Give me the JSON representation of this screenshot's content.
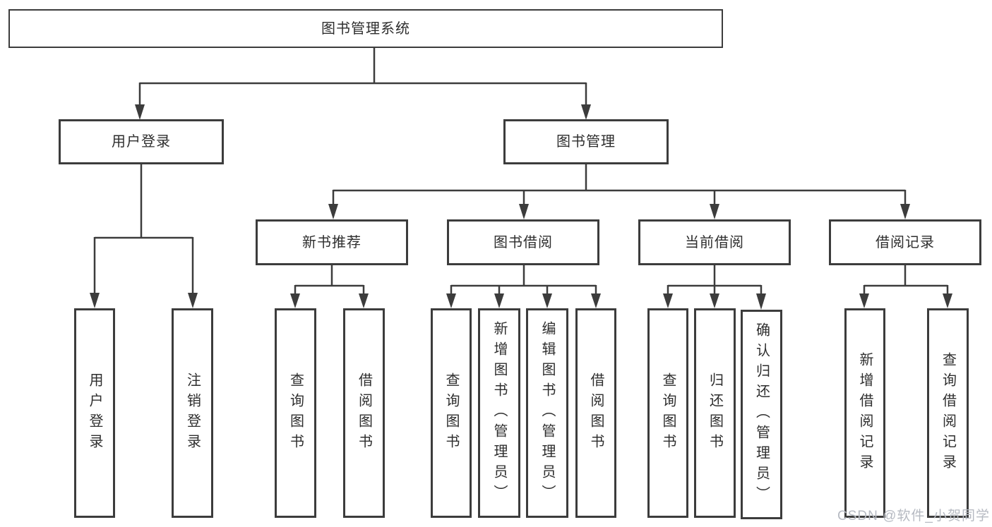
{
  "diagram": {
    "root": {
      "label": "图书管理系统"
    },
    "level2": [
      {
        "label": "用户登录"
      },
      {
        "label": "图书管理"
      }
    ],
    "level3": [
      {
        "label": "新书推荐"
      },
      {
        "label": "图书借阅"
      },
      {
        "label": "当前借阅"
      },
      {
        "label": "借阅记录"
      }
    ],
    "leaves": {
      "user": [
        "用户登录",
        "注销登录"
      ],
      "recommend": [
        "查询图书",
        "借阅图书"
      ],
      "borrow": [
        "查询图书",
        "新增图书（管理员）",
        "编辑图书（管理员）",
        "借阅图书"
      ],
      "current": [
        "查询图书",
        "归还图书",
        "确认归还（管理员）"
      ],
      "record": [
        "新增借阅记录",
        "查询借阅记录"
      ]
    }
  },
  "watermark": {
    "text": "CSDN @软件_小贺同学"
  },
  "colors": {
    "line": "#3c3c3c",
    "text": "#2e2e2e",
    "background": "#ffffff",
    "watermark": "#b6bac2"
  }
}
